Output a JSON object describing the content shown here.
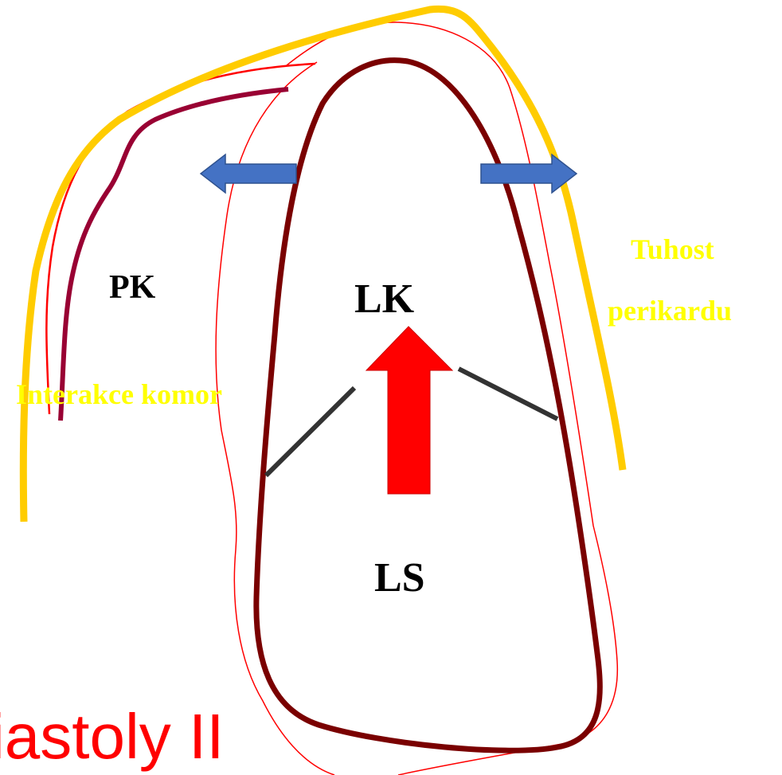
{
  "labels": {
    "pk": "PK",
    "lk": "LK",
    "ls": "LS",
    "tuhost_line1": "Tuhost",
    "tuhost_line2": "perikardu",
    "interakce": "Interakce komor",
    "title_fragment": "iastoly  II"
  },
  "colors": {
    "pericardium": "#ffcc00",
    "left_ventricle_wall": "#7a0000",
    "right_ventricle_wall": "#990033",
    "thin_outline": "#ff0000",
    "side_arrows": "#4472c4",
    "central_arrow": "#ff0000",
    "pointer_lines": "#333333",
    "annotation_text": "#ffff00",
    "title_text": "#ff0000"
  }
}
